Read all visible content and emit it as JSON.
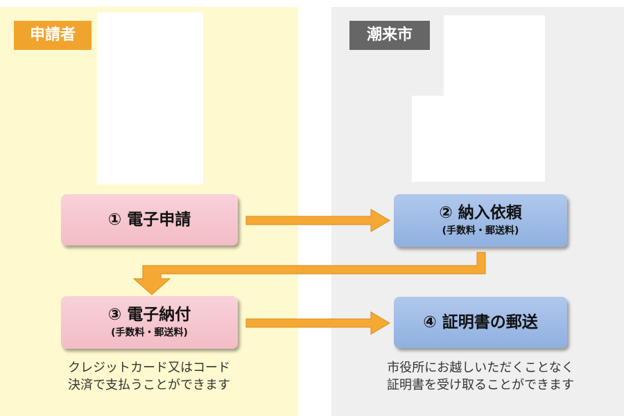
{
  "lanes": {
    "applicant": {
      "label": "申請者"
    },
    "city": {
      "label": "潮来市"
    }
  },
  "steps": [
    {
      "number": "①",
      "title": "電子申請",
      "sub": ""
    },
    {
      "number": "②",
      "title": "納入依頼",
      "sub": "(手数料・郵送料)"
    },
    {
      "number": "③",
      "title": "電子納付",
      "sub": "(手数料・郵送料)"
    },
    {
      "number": "④",
      "title": "証明書の郵送",
      "sub": ""
    }
  ],
  "notes": {
    "applicant": [
      "クレジットカード又はコード",
      "決済で支払うことができます"
    ],
    "city": [
      "市役所にお越しいただくことなく",
      "証明書を受け取ることができます"
    ]
  },
  "colors": {
    "applicant_lane": "#fff9cf",
    "city_lane": "#efefef",
    "applicant_header": "#f1a42d",
    "city_header": "#666666",
    "applicant_box": "#f5c4cd",
    "city_box": "#9fbbe6",
    "arrow": "#f5a833"
  }
}
